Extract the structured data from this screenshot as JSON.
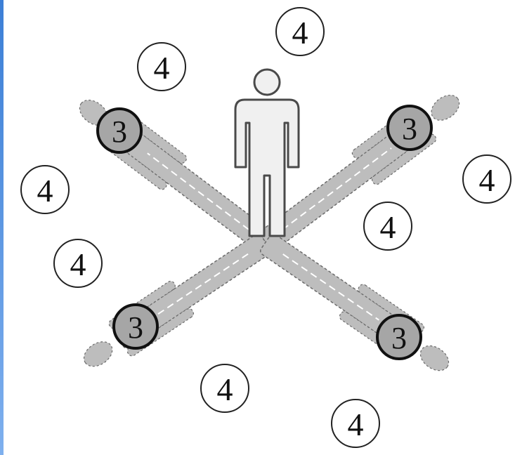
{
  "colors": {
    "accent_edge": "#3c7fd6",
    "limb_fill": "#bdbdbd",
    "limb_outline": "#6b6b6b",
    "person_fill": "#f0f0f0",
    "person_outline": "#4a4a4a",
    "inner_marker_fill": "#a6a6a6",
    "inner_marker_outline": "#111111",
    "outer_marker_outline": "#222222"
  },
  "person": {
    "icon": "standing-person-icon"
  },
  "limbs": [
    {
      "icon": "lying-figure-icon"
    },
    {
      "icon": "lying-figure-icon"
    },
    {
      "icon": "lying-figure-icon"
    },
    {
      "icon": "lying-figure-icon"
    }
  ],
  "inner_markers": [
    {
      "label": "3"
    },
    {
      "label": "3"
    },
    {
      "label": "3"
    },
    {
      "label": "3"
    }
  ],
  "outer_markers": [
    {
      "label": "4"
    },
    {
      "label": "4"
    },
    {
      "label": "4"
    },
    {
      "label": "4"
    },
    {
      "label": "4"
    },
    {
      "label": "4"
    },
    {
      "label": "4"
    },
    {
      "label": "4"
    }
  ]
}
